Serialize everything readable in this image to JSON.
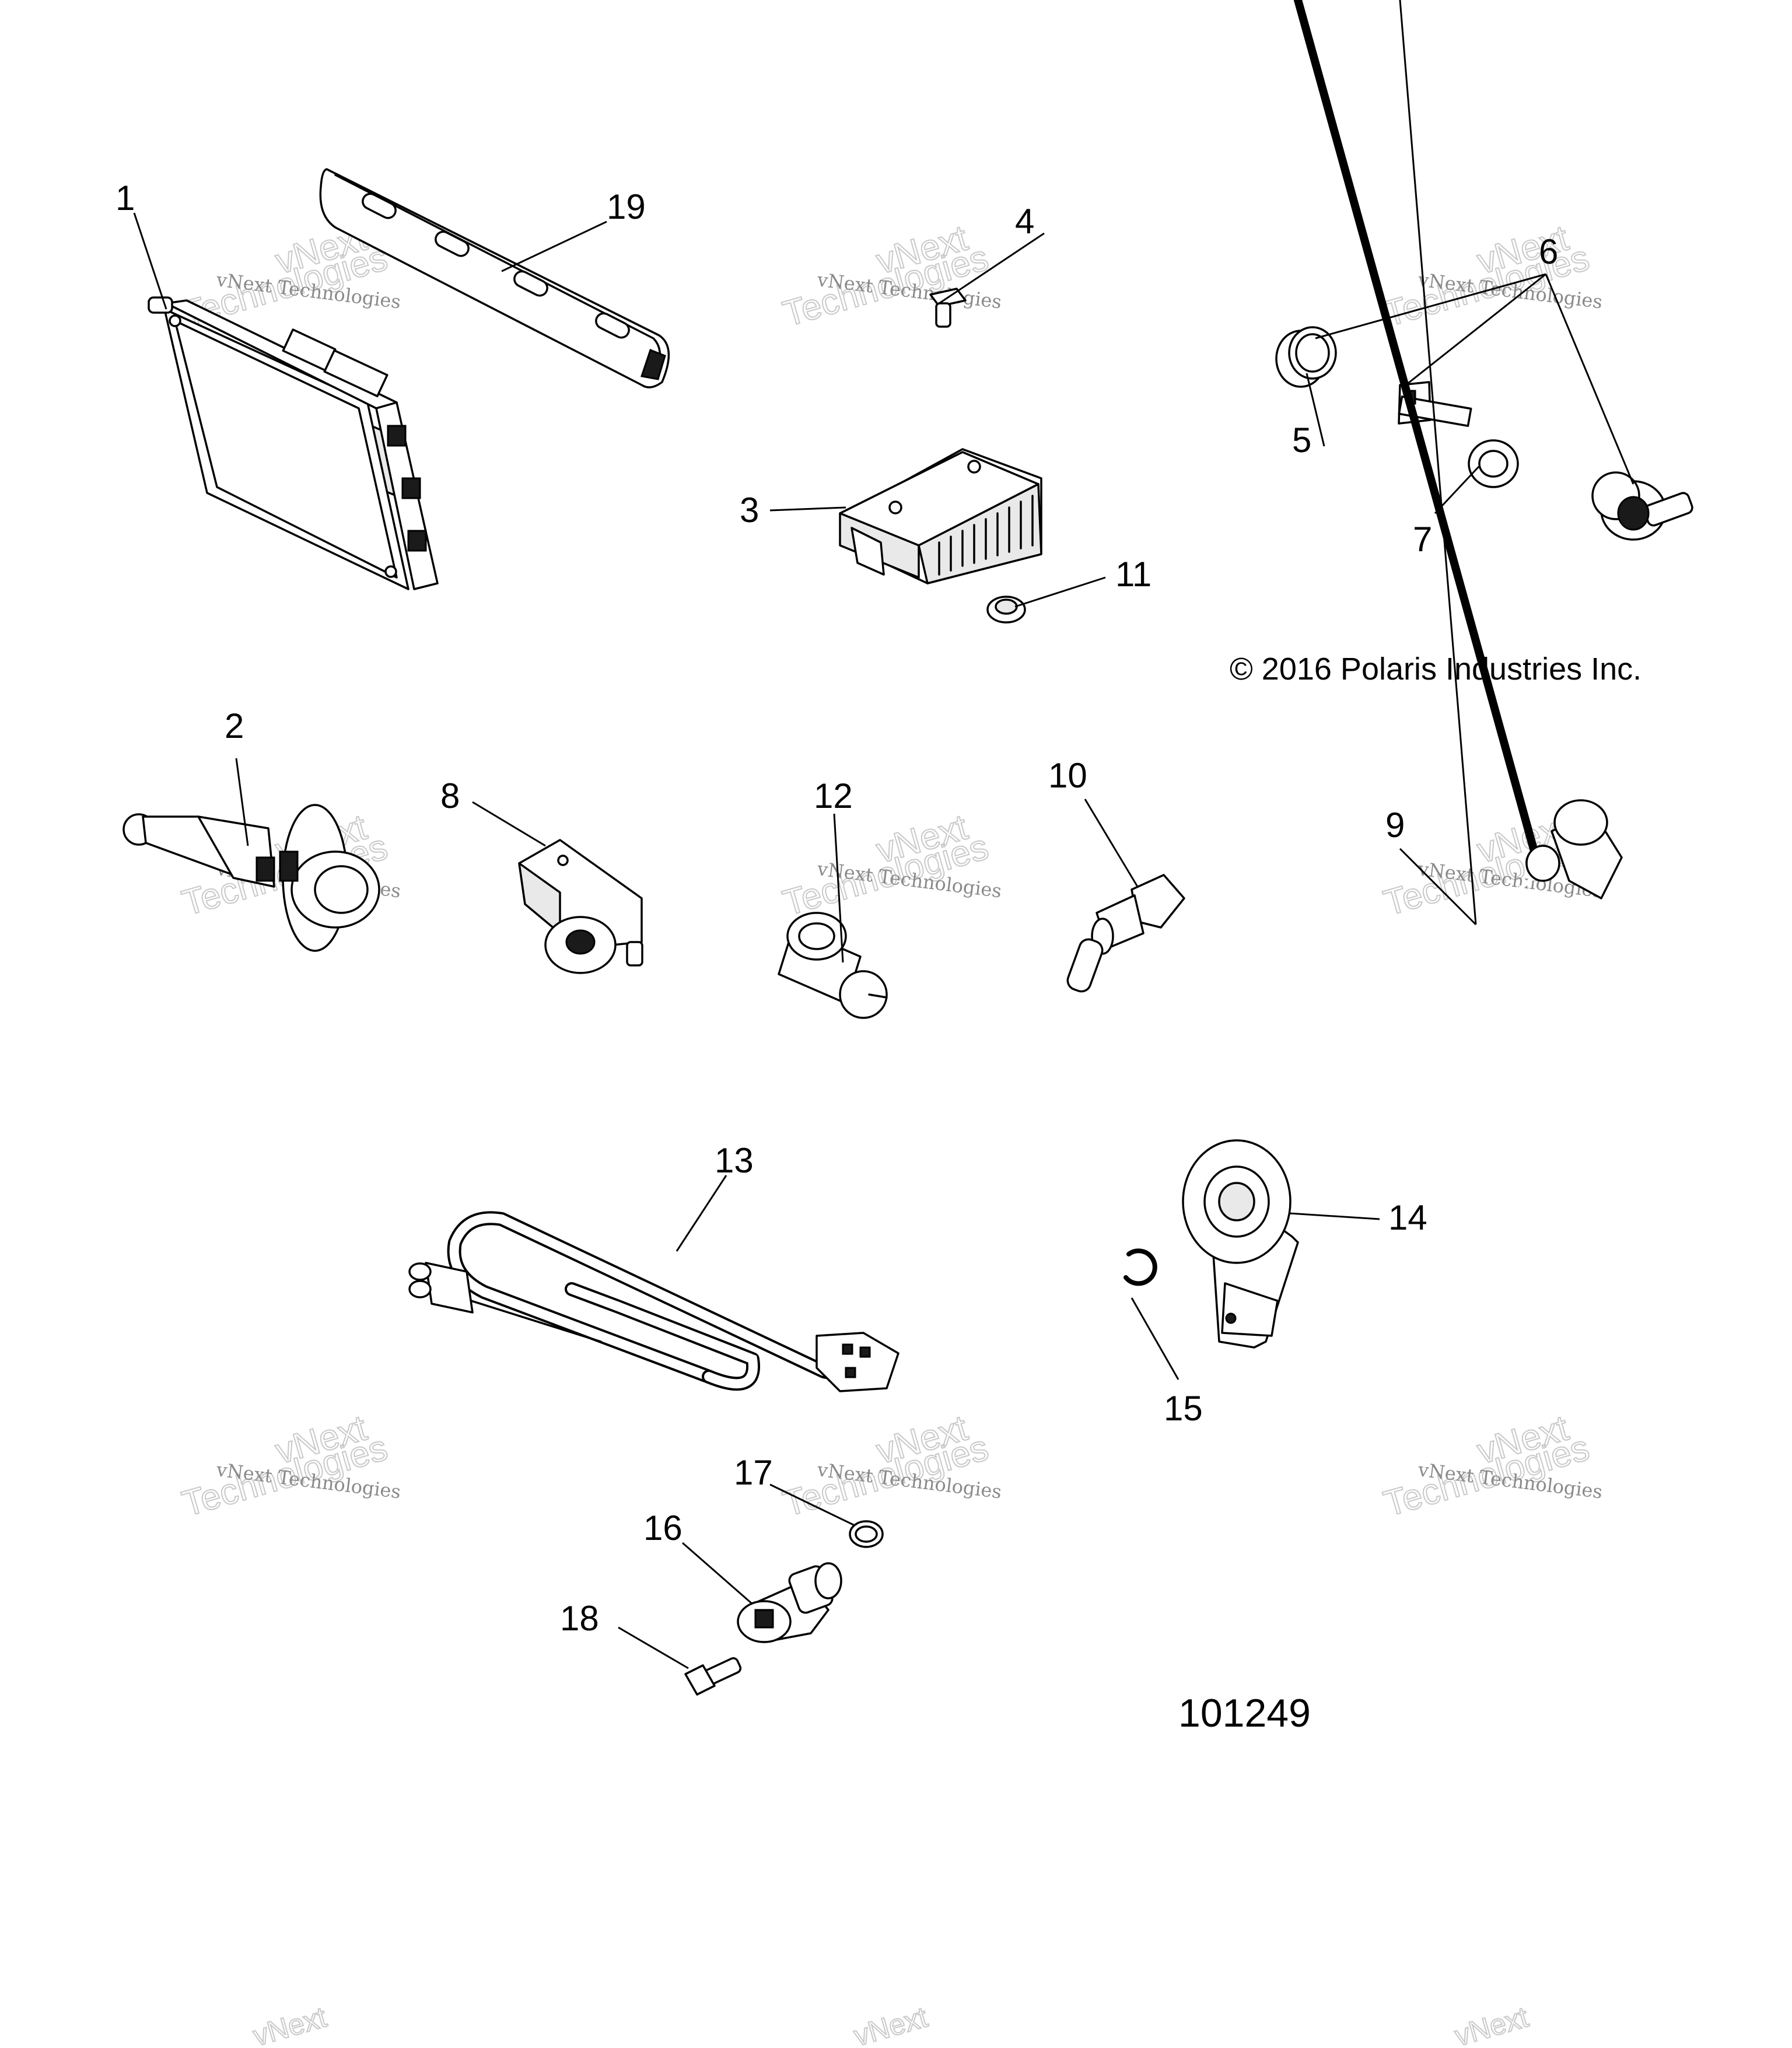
{
  "watermark": {
    "line1": "vNext Technologies",
    "line2": "vNext",
    "line3": "Technologies"
  },
  "copyright": "© 2016 Polaris Industries Inc.",
  "drawing_number": "101249",
  "callouts": [
    "1",
    "2",
    "3",
    "4",
    "5",
    "6",
    "7",
    "8",
    "9",
    "10",
    "11",
    "12",
    "13",
    "14",
    "15",
    "16",
    "17",
    "18",
    "19"
  ]
}
